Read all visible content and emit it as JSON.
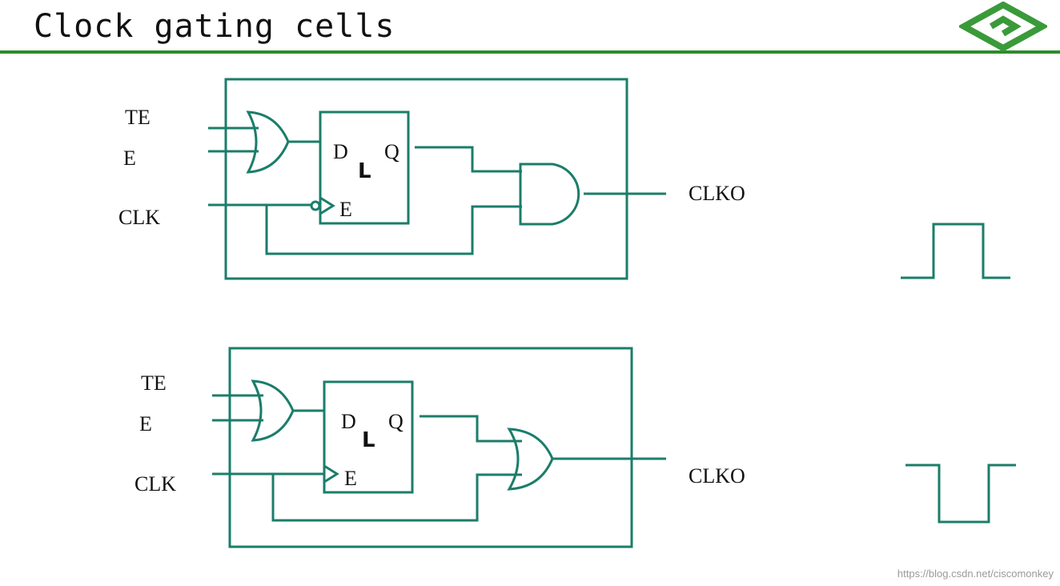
{
  "title": "Clock gating cells",
  "colors": {
    "wire": "#1b7d6a",
    "rule": "#2e8b2e",
    "logo": "#3a9a3a"
  },
  "circuits": [
    {
      "inputs": {
        "te": "TE",
        "e": "E",
        "clk": "CLK"
      },
      "latch": {
        "d": "D",
        "q": "Q",
        "en": "E",
        "name": "L"
      },
      "output": "CLKO",
      "gate": "and",
      "waveform": "high-pulse"
    },
    {
      "inputs": {
        "te": "TE",
        "e": "E",
        "clk": "CLK"
      },
      "latch": {
        "d": "D",
        "q": "Q",
        "en": "E",
        "name": "L"
      },
      "output": "CLKO",
      "gate": "or",
      "waveform": "low-pulse"
    }
  ],
  "watermark": "https://blog.csdn.net/ciscomonkey"
}
